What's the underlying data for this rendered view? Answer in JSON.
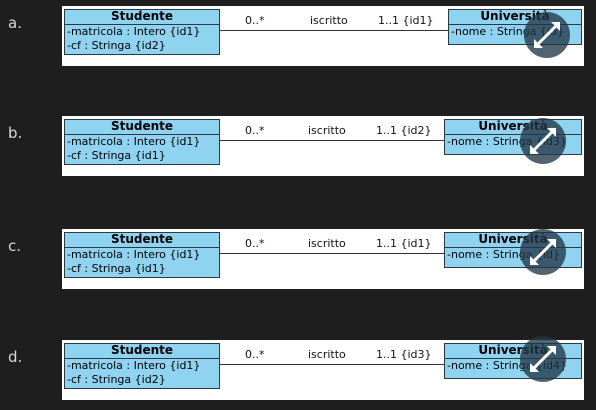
{
  "options": [
    {
      "letter": "a.",
      "student": {
        "name": "Studente",
        "attrs": [
          "-matricola : Intero {id1}",
          "-cf : Stringa {id2}"
        ]
      },
      "association": {
        "left_mult": "0..*",
        "name": "iscritto",
        "right_mult": "1..1 {id1}"
      },
      "university": {
        "name": "Università",
        "attrs": [
          "-nome : Stringa {id}"
        ]
      }
    },
    {
      "letter": "b.",
      "student": {
        "name": "Studente",
        "attrs": [
          "-matricola : Intero {id1}",
          "-cf : Stringa {id1}"
        ]
      },
      "association": {
        "left_mult": "0..*",
        "name": "iscritto",
        "right_mult": "1..1 {id2}"
      },
      "university": {
        "name": "Università",
        "attrs": [
          "-nome : Stringa {id3}"
        ]
      }
    },
    {
      "letter": "c.",
      "student": {
        "name": "Studente",
        "attrs": [
          "-matricola : Intero {id1}",
          "-cf : Stringa {id1}"
        ]
      },
      "association": {
        "left_mult": "0..*",
        "name": "iscritto",
        "right_mult": "1..1 {id1}"
      },
      "university": {
        "name": "Università",
        "attrs": [
          "-nome : Stringa {id}"
        ]
      }
    },
    {
      "letter": "d.",
      "student": {
        "name": "Studente",
        "attrs": [
          "-matricola : Intero {id1}",
          "-cf : Stringa {id2}"
        ]
      },
      "association": {
        "left_mult": "0..*",
        "name": "iscritto",
        "right_mult": "1..1 {id3}"
      },
      "university": {
        "name": "Università",
        "attrs": [
          "-nome : Stringa {id4}"
        ]
      }
    }
  ],
  "overlay_icon": "expand-arrows-icon",
  "colors": {
    "background": "#1e1e1e",
    "class_fill": "#8fd3f0",
    "panel": "#ffffff",
    "overlay": "#233746"
  }
}
